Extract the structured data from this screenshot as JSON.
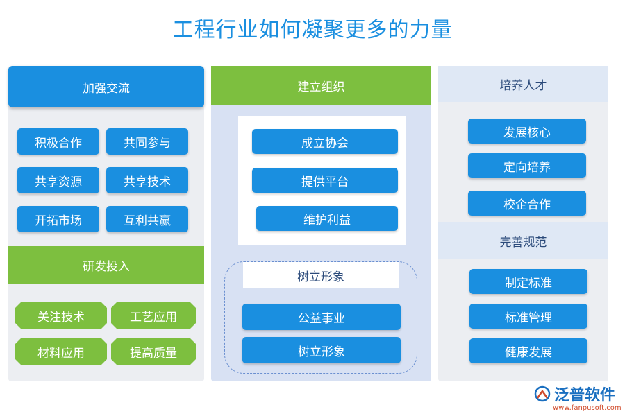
{
  "title": "工程行业如何凝聚更多的力量",
  "left": {
    "header": "加强交流",
    "items": [
      "积极合作",
      "共同参与",
      "共享资源",
      "共享技术",
      "开拓市场",
      "互利共赢"
    ],
    "sub_header": "研发投入",
    "sub_items": [
      "关注技术",
      "工艺应用",
      "材料应用",
      "提高质量"
    ]
  },
  "middle": {
    "header": "建立组织",
    "items": [
      "成立协会",
      "提供平台",
      "维护利益"
    ],
    "sub_header": "树立形象",
    "sub_items": [
      "公益事业",
      "树立形象"
    ]
  },
  "right": {
    "header": "培养人才",
    "items": [
      "发展核心",
      "定向培养",
      "校企合作"
    ],
    "sub_header": "完善规范",
    "sub_items": [
      "制定标准",
      "标准管理",
      "健康发展"
    ]
  },
  "logo": {
    "name": "泛普软件",
    "url": "www.fanpusoft.com"
  },
  "colors": {
    "blue": "#1a8fe0",
    "green": "#7dbf3f",
    "panel": "#eceef2",
    "panel_mid": "#d8e1f3"
  }
}
